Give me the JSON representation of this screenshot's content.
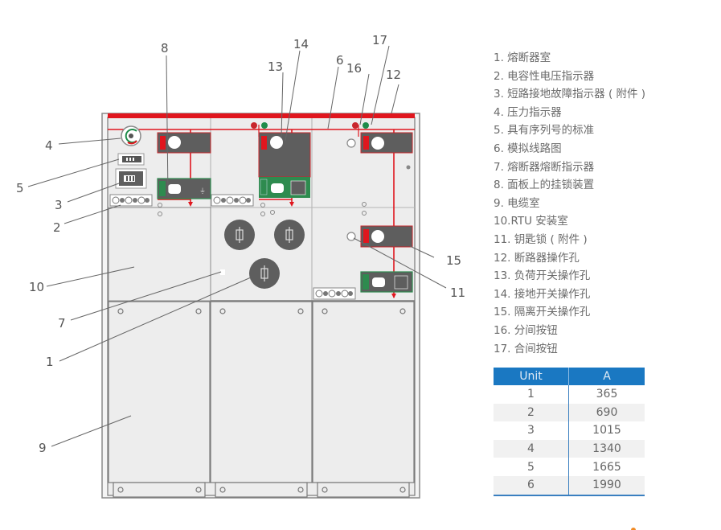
{
  "diagram": {
    "callouts": [
      {
        "num": "1"
      },
      {
        "num": "2"
      },
      {
        "num": "3"
      },
      {
        "num": "4"
      },
      {
        "num": "5"
      },
      {
        "num": "6"
      },
      {
        "num": "7"
      },
      {
        "num": "8"
      },
      {
        "num": "9"
      },
      {
        "num": "10"
      },
      {
        "num": "11"
      },
      {
        "num": "12"
      },
      {
        "num": "13"
      },
      {
        "num": "14"
      },
      {
        "num": "15"
      },
      {
        "num": "16"
      },
      {
        "num": "17"
      }
    ],
    "colors": {
      "panel_bg": "#ededed",
      "panel_border": "#7a7a7a",
      "mimic_red": "#e0161e",
      "module_dark": "#5e5e5e",
      "module_green": "#2e8b4f",
      "open_button": "#c8262c",
      "close_button": "#1e8c4a"
    }
  },
  "legend": {
    "items": [
      "1. 熔断器室",
      "2. 电容性电压指示器",
      "3. 短路接地故障指示器 ( 附件 )",
      "4. 压力指示器",
      "5. 具有序列号的标准",
      "6. 模拟线路图",
      "7. 熔断器熔断指示器",
      "8. 面板上的挂锁装置",
      "9. 电缆室",
      "10.RTU 安装室",
      "11. 钥匙锁 ( 附件 )",
      "12. 断路器操作孔",
      "13. 负荷开关操作孔",
      "14. 接地开关操作孔",
      "15. 隔离开关操作孔",
      "16. 分间按钮",
      "17. 合间按钮"
    ]
  },
  "table": {
    "headers": [
      "Unit",
      "A"
    ],
    "rows": [
      [
        "1",
        "365"
      ],
      [
        "2",
        "690"
      ],
      [
        "3",
        "1015"
      ],
      [
        "4",
        "1340"
      ],
      [
        "5",
        "1665"
      ],
      [
        "6",
        "1990"
      ]
    ],
    "header_color": "#1a78c2"
  }
}
